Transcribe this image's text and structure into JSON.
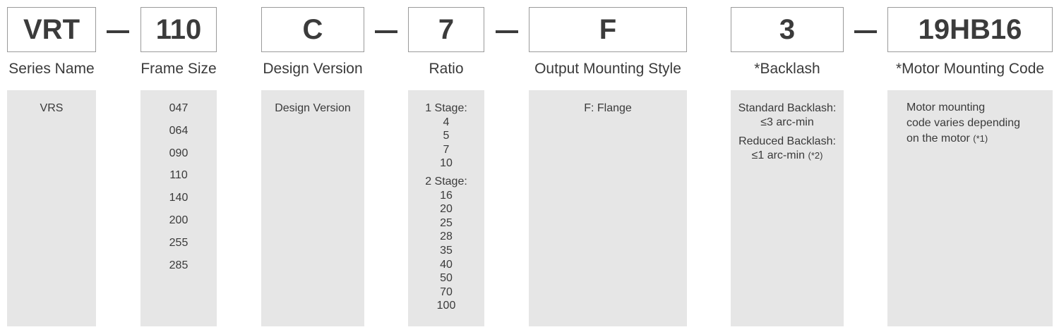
{
  "segments": [
    {
      "code": "VRT",
      "label": "Series Name"
    },
    {
      "code": "110",
      "label": "Frame Size"
    },
    {
      "code": "C",
      "label": "Design Version"
    },
    {
      "code": "7",
      "label": "Ratio"
    },
    {
      "code": "F",
      "label": "Output Mounting Style"
    },
    {
      "code": "3",
      "label": "*Backlash"
    },
    {
      "code": "19HB16",
      "label": "*Motor Mounting Code"
    }
  ],
  "series_name": {
    "options": [
      "VRS"
    ]
  },
  "frame_size": {
    "options": [
      "047",
      "064",
      "090",
      "110",
      "140",
      "200",
      "255",
      "285"
    ]
  },
  "design_version": {
    "options": [
      "Design Version"
    ]
  },
  "ratio": {
    "stage1_label": "1 Stage:",
    "stage1": [
      "4",
      "5",
      "7",
      "10"
    ],
    "stage2_label": "2 Stage:",
    "stage2": [
      "16",
      "20",
      "25",
      "28",
      "35",
      "40",
      "50",
      "70",
      "100"
    ]
  },
  "output_mounting": {
    "options": [
      "F: Flange"
    ]
  },
  "backlash": {
    "standard_label": "Standard Backlash:",
    "standard_value": "≤3 arc-min",
    "reduced_label": "Reduced  Backlash:",
    "reduced_value": "≤1 arc-min",
    "reduced_note": "(*2)"
  },
  "motor_mounting": {
    "line1": "Motor mounting",
    "line2": "code varies depending",
    "line3": "on the motor",
    "note": "(*1)"
  }
}
